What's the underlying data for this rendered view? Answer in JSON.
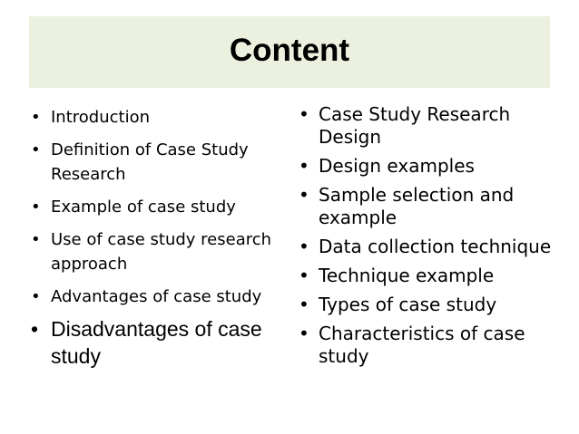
{
  "title": "Content",
  "left_items": [
    "Introduction",
    "Definition of Case Study Research",
    "Example of case study",
    "Use of case study research approach",
    "Advantages of case study",
    "Disadvantages of case study"
  ],
  "right_items": [
    "Case Study Research Design",
    "Design examples",
    "Sample selection and example",
    "Data collection technique",
    "Technique example",
    "Types of case study",
    "Characteristics of case study"
  ],
  "bullet_glyph": "•",
  "colors": {
    "title_band": "#ebf1de",
    "text": "#000000"
  }
}
